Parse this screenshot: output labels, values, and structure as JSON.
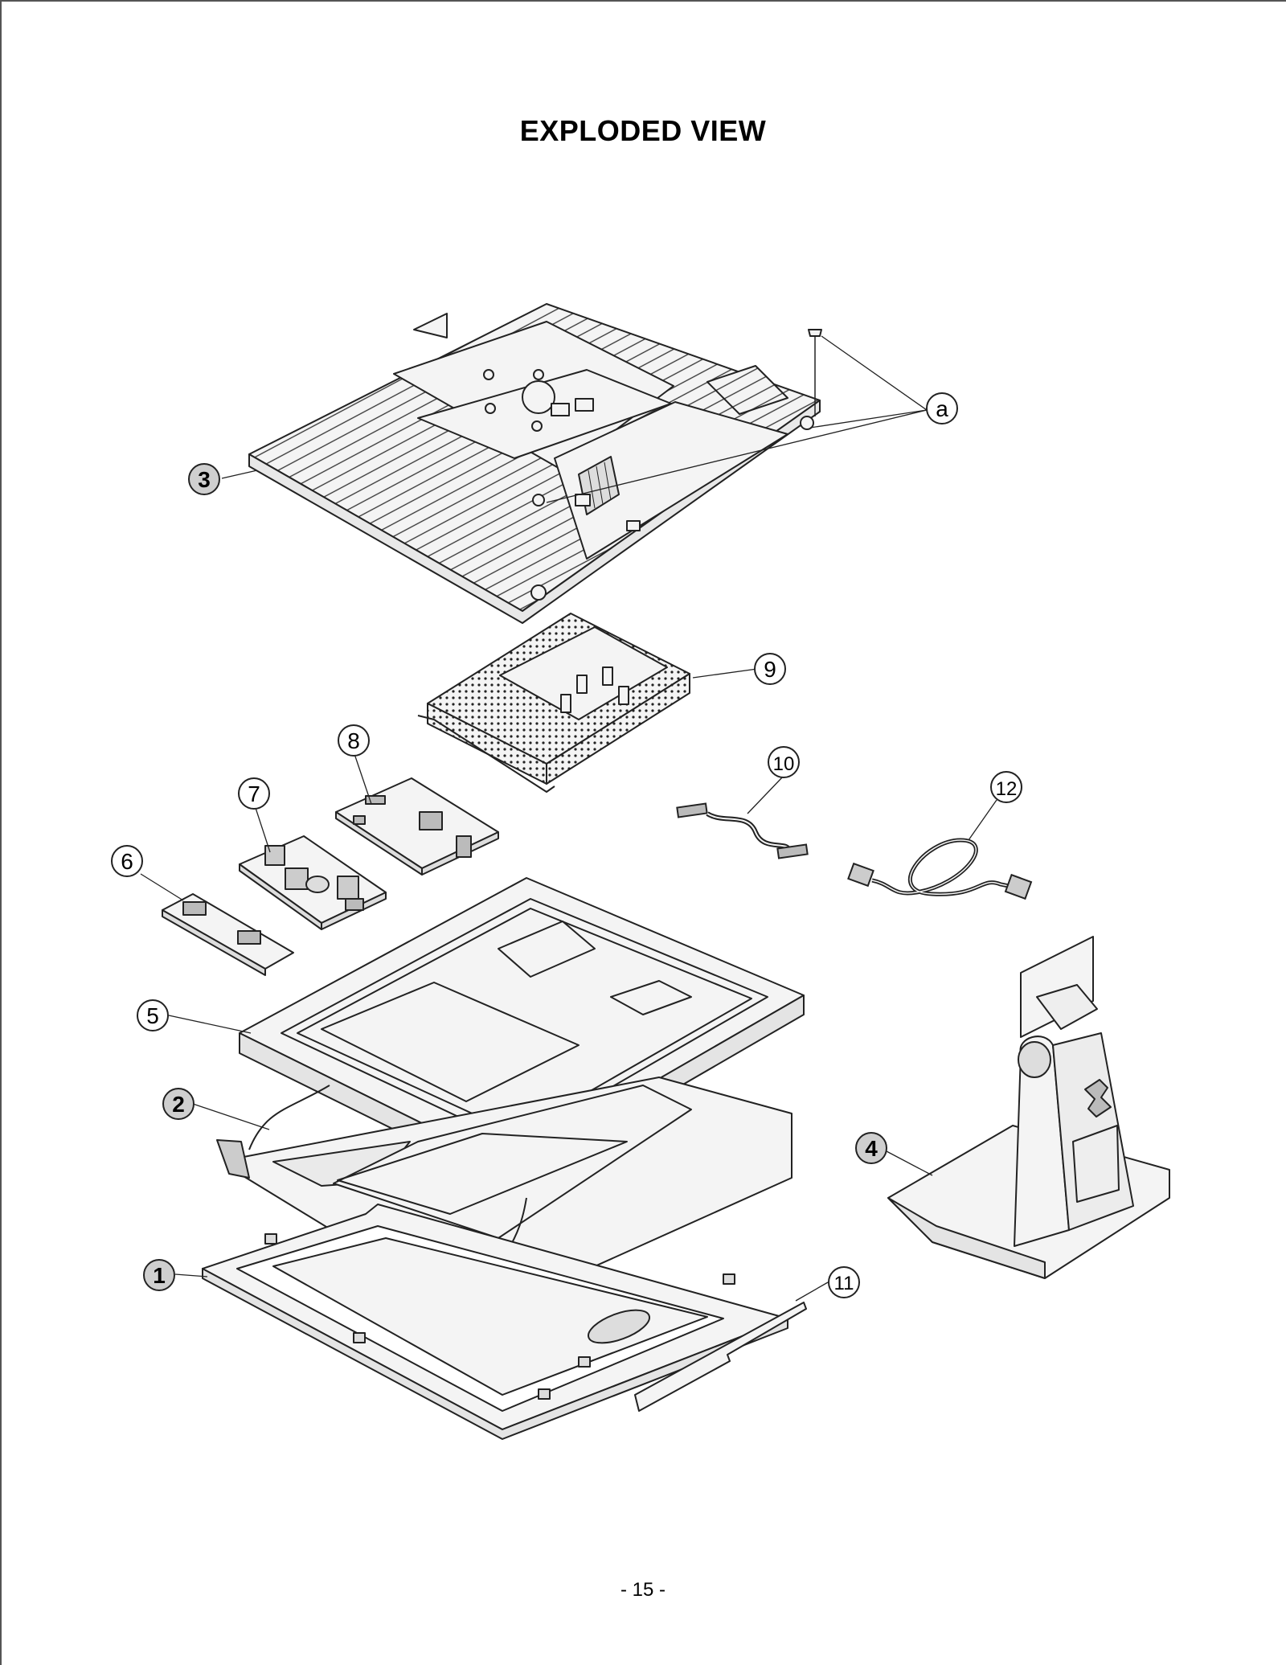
{
  "title": "EXPLODED VIEW",
  "page_number": "- 15 -",
  "callouts": [
    {
      "id": "1",
      "label": "1",
      "style": "shaded"
    },
    {
      "id": "2",
      "label": "2",
      "style": "shaded"
    },
    {
      "id": "3",
      "label": "3",
      "style": "shaded"
    },
    {
      "id": "4",
      "label": "4",
      "style": "shaded"
    },
    {
      "id": "5",
      "label": "5",
      "style": "plain"
    },
    {
      "id": "6",
      "label": "6",
      "style": "plain"
    },
    {
      "id": "7",
      "label": "7",
      "style": "plain"
    },
    {
      "id": "8",
      "label": "8",
      "style": "plain"
    },
    {
      "id": "9",
      "label": "9",
      "style": "plain"
    },
    {
      "id": "10",
      "label": "10",
      "style": "plain"
    },
    {
      "id": "11",
      "label": "11",
      "style": "plain"
    },
    {
      "id": "12",
      "label": "12",
      "style": "plain"
    },
    {
      "id": "a",
      "label": "a",
      "style": "plain"
    }
  ],
  "colors": {
    "line": "#222222",
    "shaded_callout": "#cfcfcf",
    "part_fill": "#f4f4f4"
  }
}
